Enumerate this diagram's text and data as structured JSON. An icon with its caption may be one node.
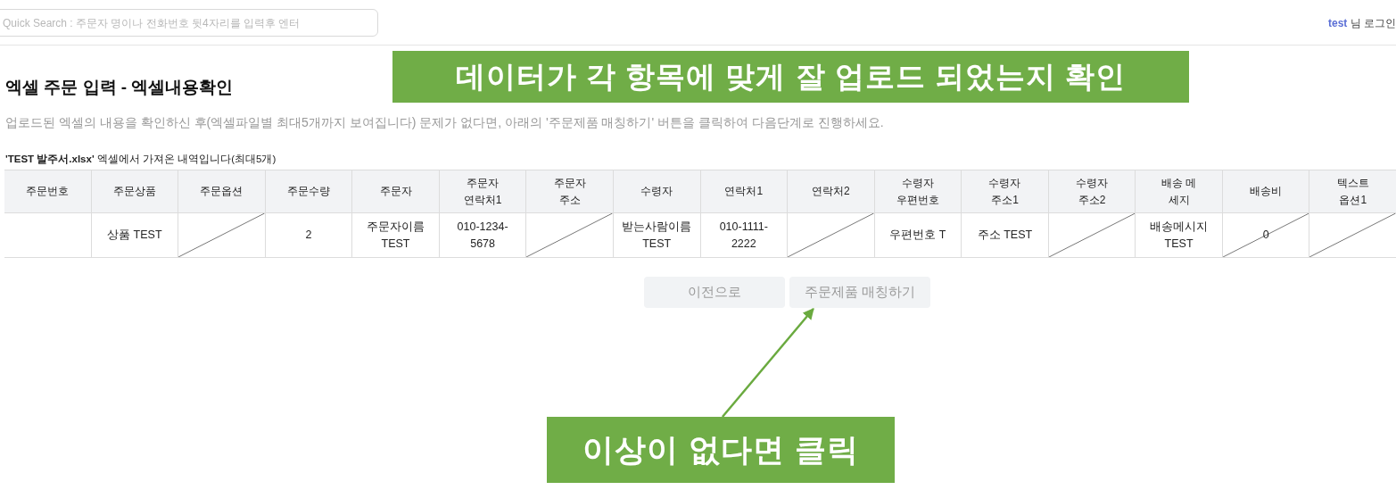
{
  "diagram": {
    "nodes": [
      {
        "text": [
          "데이터가 각 항목에 맞게 잘 업로드 되었는지 확인"
        ]
      },
      {
        "text": [
          "이전으로"
        ]
      },
      {
        "text": [
          "주문제품 매칭하기"
        ]
      },
      {
        "text": [
          "이상이 없다면 클릭"
        ]
      }
    ],
    "edges": [
      {
        "from": 3,
        "to": 2,
        "arrow": "to"
      }
    ],
    "labels": [
      "Quick Search : 주문자 명이나 전화번호 뒷4자리를 입력후 엔터",
      "test",
      "님 로그인",
      "엑셀 주문 입력 - 엑셀내용확인",
      "업로드된 엑셀의 내용을 확인하신 후(엑셀파일별 최대5개까지 보여집니다) 문제가 없다면, 아래의 '주문제품 매칭하기' 버튼을 클릭하여 다음단계로 진행하세요.",
      "**'TEST 발주서.xlsx'** 엑셀에서 가져온 내역입니다(최대5개)",
      "주문번호",
      "주문상품",
      "주문옵션",
      "주문수량",
      "주문자",
      "주문자 연락처1",
      "주문자 주소",
      "수령자",
      "연락처1",
      "연락처2",
      "수령자 우편번호",
      "수령자 주소1",
      "수령자 주소2",
      "배송 메세지",
      "배송비",
      "텍스트 옵션1",
      "상품 TEST",
      "2",
      "주문자이름 TEST",
      "010-1234-5678",
      "받는사람이름 TEST",
      "010-1111-2222",
      "우편번호 T",
      "주소 TEST",
      "배송메시지 TEST",
      "0"
    ]
  }
}
